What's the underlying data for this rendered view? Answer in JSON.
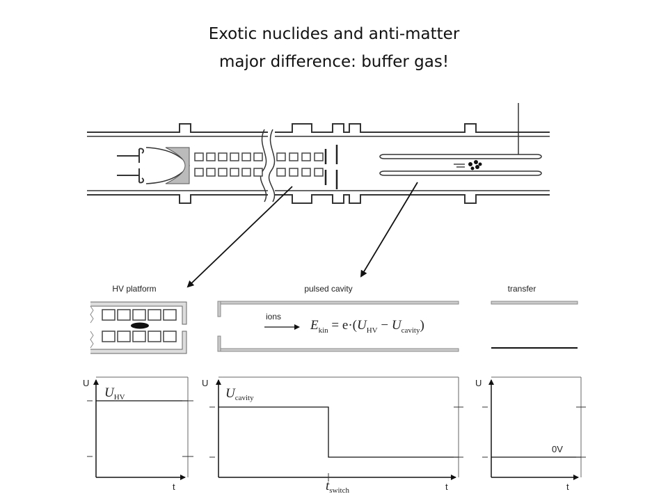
{
  "title": {
    "line1": "Exotic nuclides and anti-matter",
    "line2": "major difference:  buffer gas!"
  },
  "sections": {
    "hv_platform": "HV platform",
    "pulsed_cavity": "pulsed cavity",
    "transfer": "transfer"
  },
  "cavity": {
    "ions_label": "ions",
    "formula": {
      "E": "E",
      "kin": "kin",
      "eq": " = e·(",
      "U1": "U",
      "HV": "HV",
      "minus": " − ",
      "U2": "U",
      "cavity": "cavity",
      "close": ")"
    }
  },
  "plots": {
    "axis_u": "U",
    "axis_t": "t",
    "plot1": {
      "U": "U",
      "sub": "HV"
    },
    "plot2": {
      "U": "U",
      "sub": "cavity",
      "t": "t",
      "tsub": "switch"
    },
    "plot3": {
      "level": "0V"
    }
  }
}
